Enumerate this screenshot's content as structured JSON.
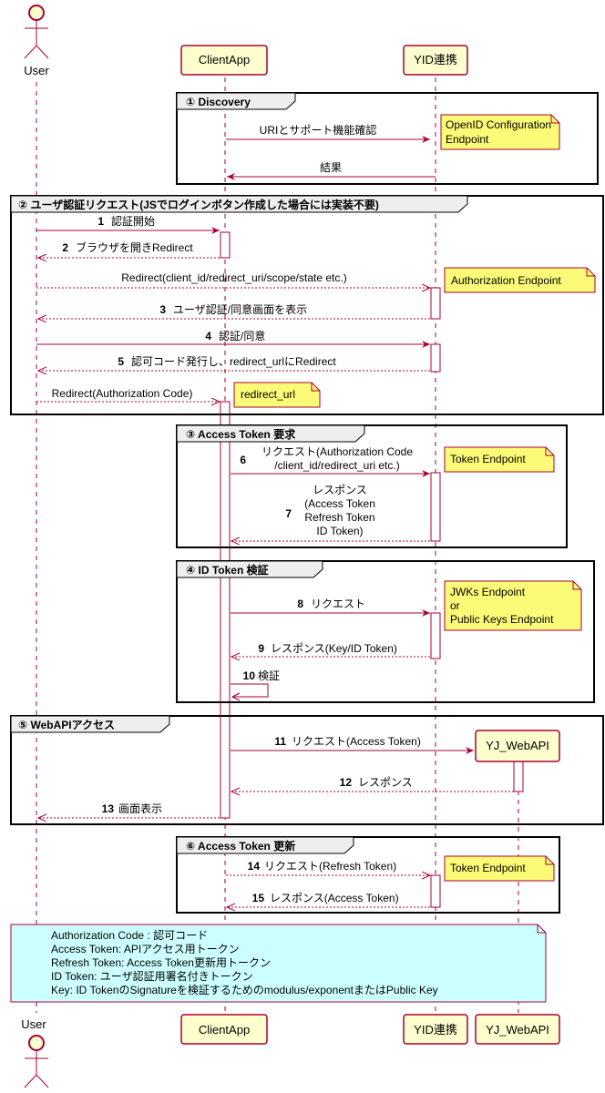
{
  "participants": {
    "user": "User",
    "client": "ClientApp",
    "yid": "YID連携",
    "webapi": "YJ_WebAPI"
  },
  "groups": {
    "g1": "① Discovery",
    "g2": "② ユーザ認証リクエスト(JSでログインボタン作成した場合には実装不要)",
    "g3": "③ Access Token 要求",
    "g4": "④ ID Token 検証",
    "g5": "⑤ WebAPIアクセス",
    "g6": "⑥ Access Token 更新"
  },
  "messages": {
    "d1": "URIとサポート機能確認",
    "d2": "結果",
    "m1n": "1",
    "m1": "認証開始",
    "m2n": "2",
    "m2": "ブラウザを開きRedirect",
    "mr1": "Redirect(client_id/redirect_uri/scope/state etc.)",
    "m3n": "3",
    "m3": "ユーザ認証/同意画面を表示",
    "m4n": "4",
    "m4": "認証/同意",
    "m5n": "5",
    "m5": "認可コード発行し、redirect_urlにRedirect",
    "mr2": "Redirect(Authorization Code)",
    "m6n": "6",
    "m6a": "リクエスト(Authorization Code",
    "m6b": "/client_id/redirect_uri etc.)",
    "m7n": "7",
    "m7a": "レスポンス",
    "m7b": "(Access Token",
    "m7c": "Refresh Token",
    "m7d": "ID Token)",
    "m8n": "8",
    "m8": "リクエスト",
    "m9n": "9",
    "m9": "レスポンス(Key/ID Token)",
    "m10n": "10",
    "m10": "検証",
    "m11n": "11",
    "m11": "リクエスト(Access Token)",
    "m12n": "12",
    "m12": "レスポンス",
    "m13n": "13",
    "m13": "画面表示",
    "m14n": "14",
    "m14": "リクエスト(Refresh Token)",
    "m15n": "15",
    "m15": "レスポンス(Access Token)"
  },
  "notes": {
    "n1a": "OpenID Configuration",
    "n1b": "Endpoint",
    "n2": "Authorization Endpoint",
    "n3": "redirect_url",
    "n4": "Token Endpoint",
    "n5a": "JWKs Endpoint",
    "n5b": "or",
    "n5c": "Public Keys Endpoint",
    "n6": "Token Endpoint"
  },
  "footnote": [
    "Authorization Code : 認可コード",
    "Access Token: APIアクセス用トークン",
    "Refresh Token: Access Token更新用トークン",
    "ID Token: ユーザ認証用署名付きトークン",
    "Key: ID TokenのSignatureを検証するためのmodulus/exponentまたはPublic Key"
  ],
  "colors": {
    "line": "#A80036",
    "participant": "#FEFECE",
    "note": "#FBFB77",
    "footnote": "#CCFFFF",
    "group_tab": "#EEEEEE"
  }
}
